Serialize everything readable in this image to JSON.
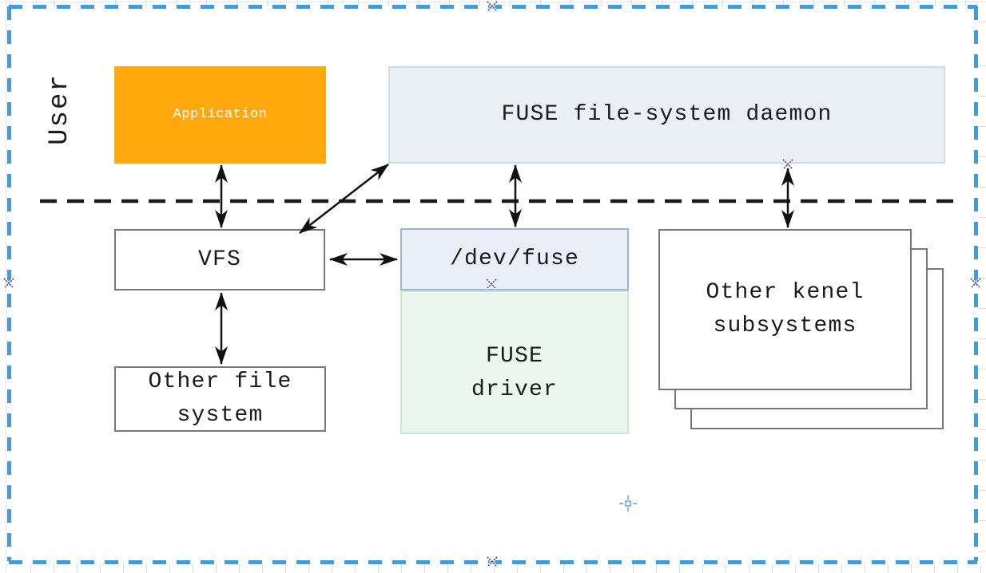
{
  "canvas": {
    "region_label": "User"
  },
  "boxes": {
    "application": {
      "label": "Application"
    },
    "fuse_daemon": {
      "label": "FUSE file-system daemon"
    },
    "vfs": {
      "label": "VFS"
    },
    "dev_fuse": {
      "label": "/dev/fuse"
    },
    "fuse_driver": {
      "line1": "FUSE",
      "line2": "driver"
    },
    "other_kernel_subsystems": {
      "line1": "Other kenel",
      "line2": "subsystems"
    },
    "other_file_system": {
      "line1": "Other file",
      "line2": "system"
    }
  },
  "icons": {
    "anchor_mark": "x-anchor-icon",
    "position_marker": "crosshair-marker-icon"
  },
  "colors": {
    "application_fill": "#FFA90E",
    "application_text": "#FFFFFF",
    "fuse_daemon_fill": "#E9EFF3",
    "fuse_daemon_border": "#C8DFE9",
    "dev_fuse_fill": "#E9EEF9",
    "dev_fuse_border": "#9DB4D0",
    "fuse_driver_fill": "#EBF6F0",
    "fuse_driver_border": "#C8E6D6",
    "plain_box_border": "#787878",
    "outer_border_blue": "#459BD7",
    "separator_black": "#1A1A1A",
    "arrow_black": "#111111",
    "anchor_mark_blue": "#2B2BA0",
    "position_marker_blue": "#5B9BD5"
  }
}
